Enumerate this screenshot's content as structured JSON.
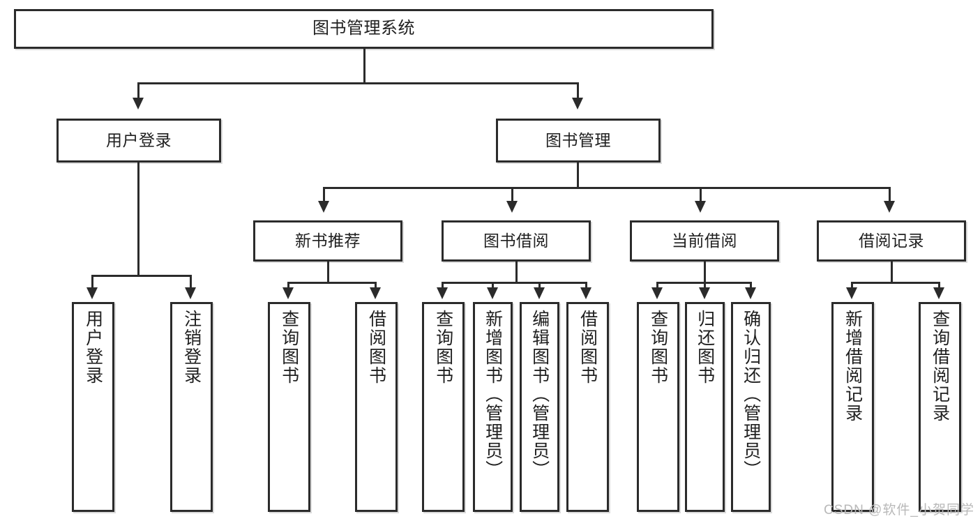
{
  "diagram": {
    "type": "tree",
    "title": "图书管理系统",
    "watermark": "CSDN @软件_小贺同学",
    "colors": {
      "stroke": "#2b2b2b",
      "fill": "#ffffff",
      "text": "#1f1f1f",
      "watermark": "#b9b9b9"
    },
    "levels": {
      "root": {
        "label": "图书管理系统"
      },
      "level2": [
        {
          "label": "用户登录"
        },
        {
          "label": "图书管理"
        }
      ],
      "level3": [
        {
          "label": "新书推荐"
        },
        {
          "label": "图书借阅"
        },
        {
          "label": "当前借阅"
        },
        {
          "label": "借阅记录"
        }
      ],
      "leaves": [
        {
          "label": "用户登录",
          "parent": "用户登录"
        },
        {
          "label": "注销登录",
          "parent": "用户登录"
        },
        {
          "label": "查询图书",
          "parent": "新书推荐"
        },
        {
          "label": "借阅图书",
          "parent": "新书推荐"
        },
        {
          "label": "查询图书",
          "parent": "图书借阅"
        },
        {
          "label": "新增图书（管理员）",
          "parent": "图书借阅"
        },
        {
          "label": "编辑图书（管理员）",
          "parent": "图书借阅"
        },
        {
          "label": "借阅图书",
          "parent": "图书借阅"
        },
        {
          "label": "查询图书",
          "parent": "当前借阅"
        },
        {
          "label": "归还图书",
          "parent": "当前借阅"
        },
        {
          "label": "确认归还（管理员）",
          "parent": "当前借阅"
        },
        {
          "label": "新增借阅记录",
          "parent": "借阅记录"
        },
        {
          "label": "查询借阅记录",
          "parent": "借阅记录"
        }
      ]
    }
  }
}
